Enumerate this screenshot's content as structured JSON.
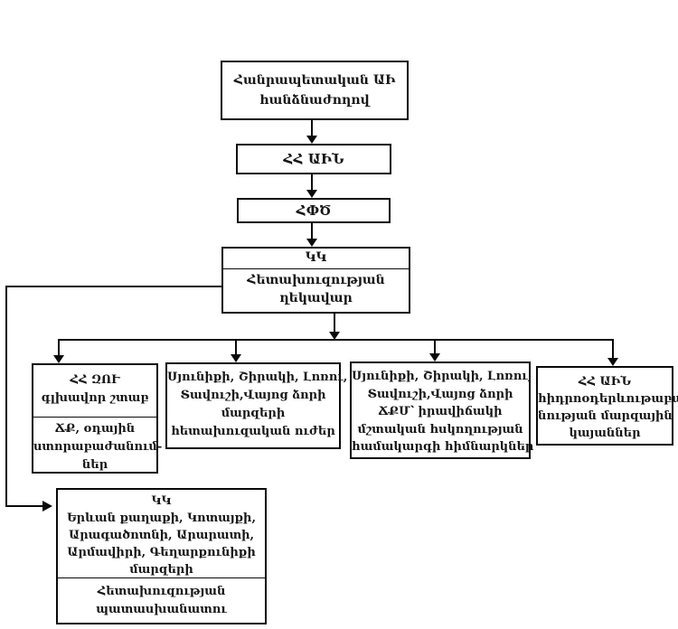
{
  "colors": {
    "background": "#ffffff",
    "line": "#0a0a0a",
    "text": "#161616"
  },
  "boxes": {
    "commission": {
      "lines": [
        "Հանրապետական ԱԻ",
        "հանձնաժողով"
      ]
    },
    "ain": {
      "label": "ՀՀ ԱԻՆ"
    },
    "rescue_service": {
      "label": "ՀՓԾ"
    },
    "kk_headquarters": {
      "header": "ԿԿ",
      "body_lines": [
        "Հետախուզության",
        "ղեկավար"
      ]
    },
    "general_staff": {
      "top_lines": [
        "ՀՀ ԶՈՒ",
        "գլխավոր շտաբ"
      ],
      "bottom_lines": [
        "ՃՔ, օդային",
        "ստորաբաժանում-",
        "ներ"
      ]
    },
    "recon_forces": {
      "lines": [
        "Սյունիքի, Շիրակի, Լոռու,",
        "Տավուշի,Վայոց ձորի",
        "մարզերի",
        "հետախուզական ուժեր"
      ]
    },
    "monitoring_institutions": {
      "lines": [
        "Սյունիքի, Շիրակի, Լոռու,",
        "Տավուշի,Վայոց ձորի",
        "ՃՔՄ՝ իրավիճակի",
        "մշտական հսկողության",
        "համակարգի հիմնարկներ"
      ]
    },
    "hydromet_stations": {
      "lines": [
        "ՀՀ ԱԻՆ",
        "հիդրոօդերևութաբա-",
        "նության մարզային",
        "կայաններ"
      ]
    },
    "kk_regional": {
      "top_lines": [
        "ԿԿ",
        "Երևան քաղաքի, Կոտայքի,",
        "Արագածոտնի, Արարատի,",
        "Արմավիրի, Գեղարքունիքի",
        "մարզերի"
      ],
      "bottom_lines": [
        "Հետախուզության",
        "պատասխանատու"
      ]
    }
  },
  "edges": [
    {
      "from": "commission",
      "to": "ain"
    },
    {
      "from": "ain",
      "to": "rescue_service"
    },
    {
      "from": "rescue_service",
      "to": "kk_headquarters"
    },
    {
      "from": "kk_headquarters",
      "to": "general_staff"
    },
    {
      "from": "kk_headquarters",
      "to": "recon_forces"
    },
    {
      "from": "kk_headquarters",
      "to": "monitoring_institutions"
    },
    {
      "from": "kk_headquarters",
      "to": "hydromet_stations"
    },
    {
      "from": "kk_headquarters",
      "to": "kk_regional"
    }
  ]
}
